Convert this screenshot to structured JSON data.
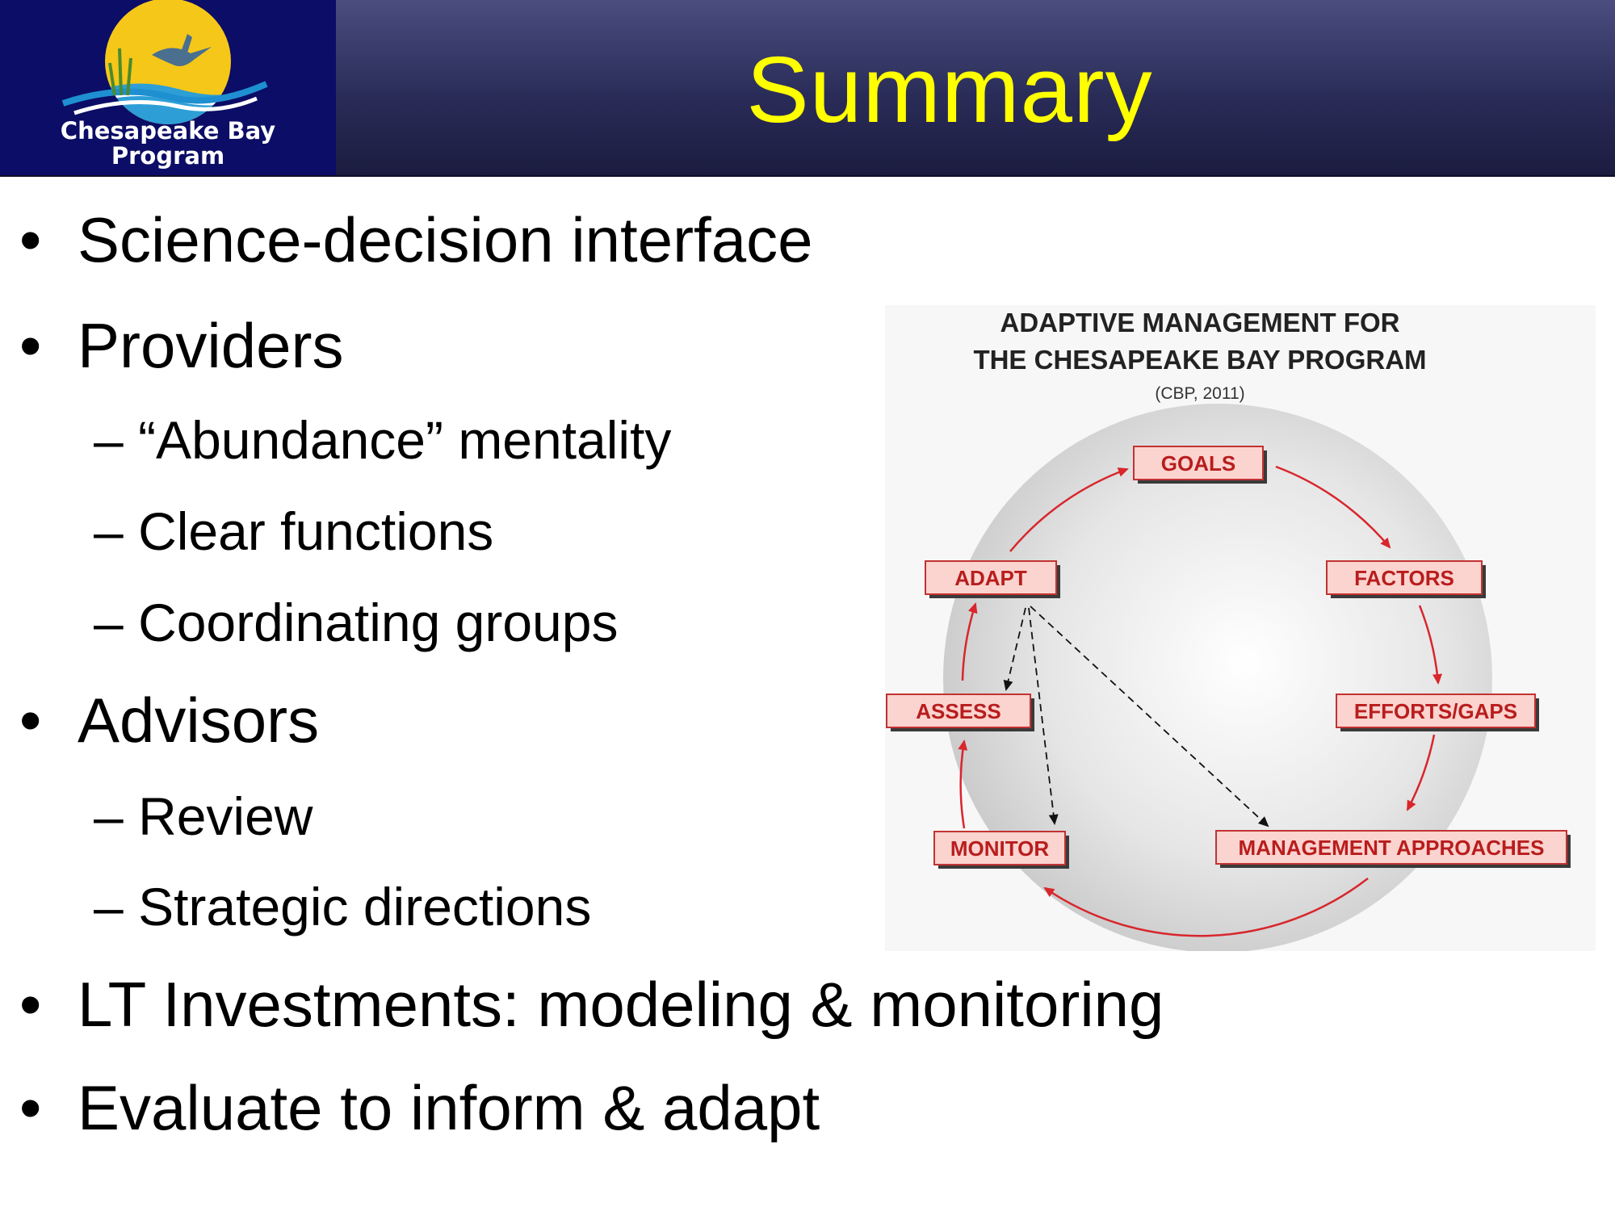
{
  "logo": {
    "line1": "Chesapeake Bay",
    "line2": "Program",
    "icon": "sun-heron-water-logo"
  },
  "title": "Summary",
  "bullets": {
    "b1": "Science-decision interface",
    "b2": "Providers",
    "b2_sub": [
      "“Abundance” mentality",
      "Clear functions",
      "Coordinating groups"
    ],
    "b3": "Advisors",
    "b3_sub": [
      "Review",
      "Strategic directions"
    ],
    "b4": "LT Investments: modeling & monitoring",
    "b5": "Evaluate to inform & adapt",
    "bullet_glyph": "•",
    "dash_glyph": "–"
  },
  "diagram": {
    "title_line1": "ADAPTIVE MANAGEMENT FOR",
    "title_line2": "THE CHESAPEAKE BAY PROGRAM",
    "citation": "(CBP, 2011)",
    "steps": {
      "goals": "GOALS",
      "factors": "FACTORS",
      "efforts": "EFFORTS/GAPS",
      "management": "MANAGEMENT APPROACHES",
      "monitor": "MONITOR",
      "assess": "ASSESS",
      "adapt": "ADAPT"
    }
  },
  "colors": {
    "header_bg": "#2a2c58",
    "logo_bg": "#0b0d66",
    "title_yellow": "#ffff00",
    "step_label_fill": "#fbd3cf",
    "step_label_text": "#b81d1d",
    "cycle_arrow": "#d8262c"
  }
}
